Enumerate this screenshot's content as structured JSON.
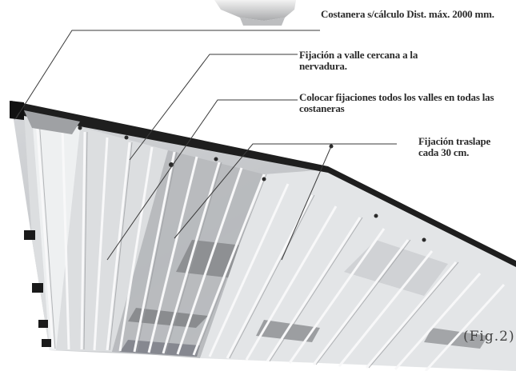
{
  "labels": {
    "costanera": "Costanera s/cálculo Dist. máx. 2000 mm.",
    "fijacion_valle": "Fijación a valle cercana a la nervadura.",
    "colocar_fijaciones": "Colocar fijaciones  todos los valles en todas las costaneras",
    "fijacion_traslape": "Fijación traslape cada 30 cm."
  },
  "figure_label": "(Fig.2)",
  "colors": {
    "sheet_light": "#e9eaec",
    "sheet_mid": "#c9cbce",
    "sheet_dark": "#8f9194",
    "rib": "#f7f7f8",
    "purlin": "#1e1e1e",
    "leader_line": "#3a3a3a",
    "text": "#2b2b2b"
  }
}
